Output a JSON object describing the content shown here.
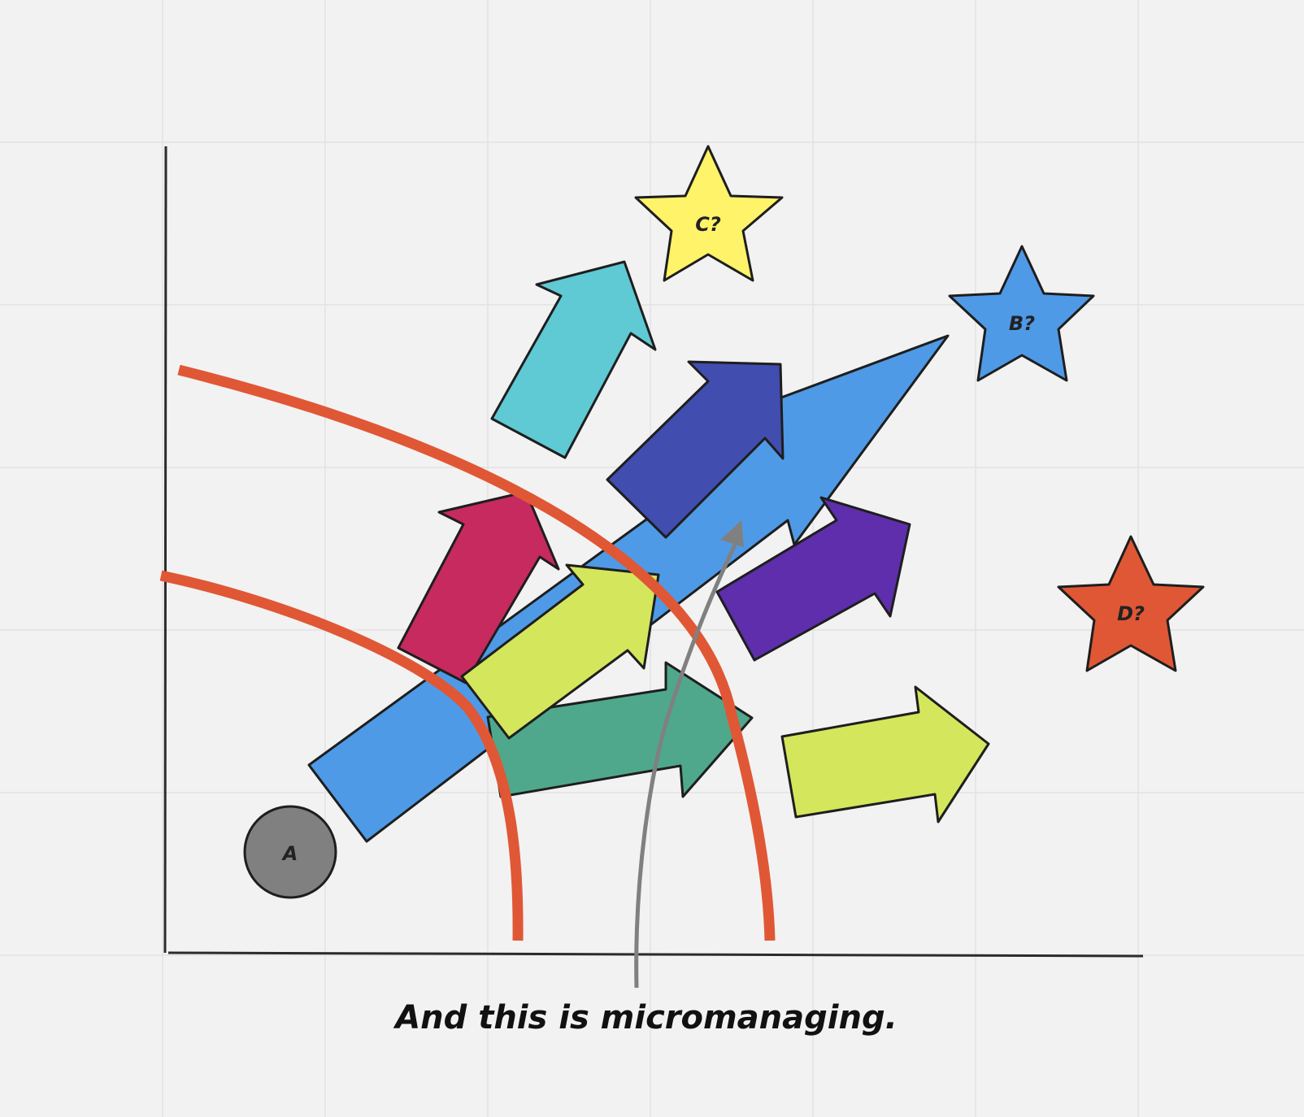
{
  "board": {
    "background": "#f2f2f2",
    "grid_color": "#e2e2e2"
  },
  "nodes": {
    "a": {
      "label": "A",
      "color": "#808080"
    },
    "b": {
      "label": "B?",
      "color": "#4f9ae6"
    },
    "c": {
      "label": "C?",
      "color": "#fff36a"
    },
    "d": {
      "label": "D?",
      "color": "#e05735"
    }
  },
  "arrows": {
    "main": {
      "color": "#4f9ae6"
    },
    "cyan": {
      "color": "#5fc9d4"
    },
    "navy": {
      "color": "#414daf"
    },
    "crimson": {
      "color": "#c62a5f"
    },
    "lime_upper": {
      "color": "#d4e65c"
    },
    "purple": {
      "color": "#5e2eac"
    },
    "teal": {
      "color": "#4fa88c"
    },
    "lime_right": {
      "color": "#d4e65c"
    }
  },
  "boundaries": {
    "color": "#e05735"
  },
  "pointer": {
    "color": "#808080"
  },
  "caption": {
    "text": "And this is micromanaging."
  }
}
